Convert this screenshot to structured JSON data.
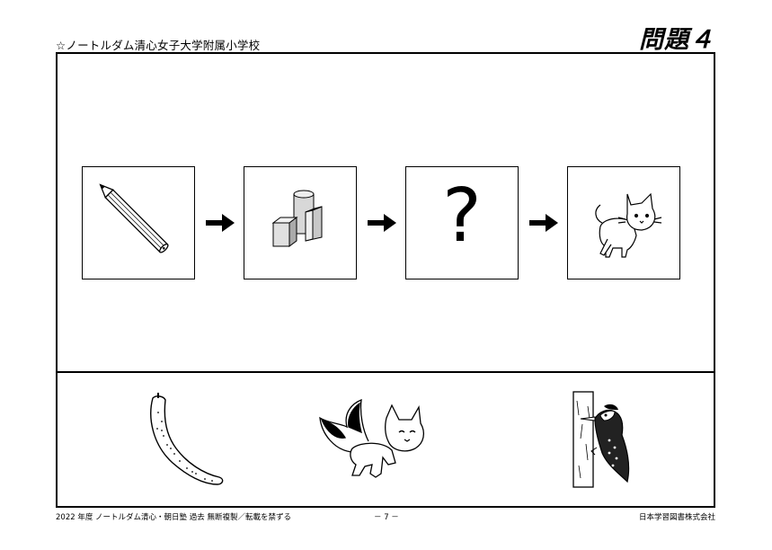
{
  "header": {
    "school": "☆ノートルダム清心女子大学附属小学校",
    "problem_title": "問題４"
  },
  "sequence": {
    "items": [
      {
        "icon": "pencil-icon"
      },
      {
        "icon": "blocks-icon"
      },
      {
        "icon": "question-mark",
        "text": "?"
      },
      {
        "icon": "cat-icon"
      }
    ],
    "arrow_icon": "right-arrow-icon"
  },
  "choices": [
    {
      "icon": "loofah-icon"
    },
    {
      "icon": "fox-icon"
    },
    {
      "icon": "woodpecker-icon"
    }
  ],
  "footer": {
    "left": "2022 年度  ノートルダム清心・朝日塾   過去   無断複製／転載を禁ずる",
    "page": "－ 7 －",
    "right": "日本学習図書株式会社"
  }
}
